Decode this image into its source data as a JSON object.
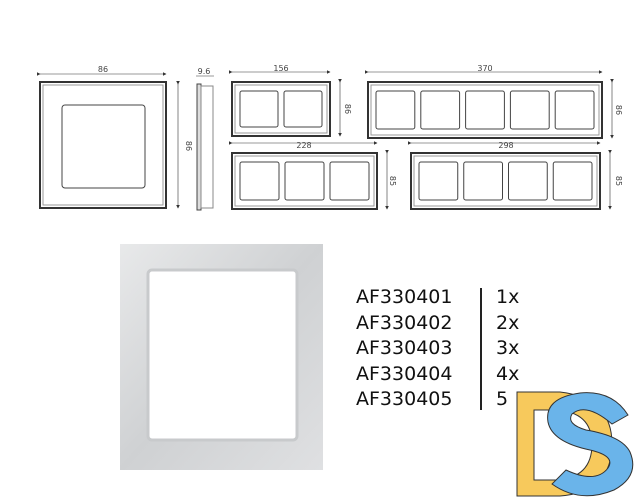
{
  "drawings": {
    "single_width": "86",
    "single_height": "86",
    "side_depth": "9.6",
    "two_gang_width": "156",
    "two_gang_height": "86",
    "five_gang_width": "370",
    "five_gang_height": "86",
    "three_gang_width": "228",
    "three_gang_height": "85",
    "four_gang_width": "298",
    "four_gang_height": "85"
  },
  "models": [
    {
      "code": "AF330401",
      "count": "1x"
    },
    {
      "code": "AF330402",
      "count": "2x"
    },
    {
      "code": "AF330403",
      "count": "3x"
    },
    {
      "code": "AF330404",
      "count": "4x"
    },
    {
      "code": "AF330405",
      "count": "5"
    }
  ],
  "logo": {
    "text": "DS",
    "colors": {
      "d": "#f7c95c",
      "s": "#6ab4ea"
    }
  },
  "colors": {
    "frame_silver": "#d6d8da",
    "line": "#333333"
  }
}
